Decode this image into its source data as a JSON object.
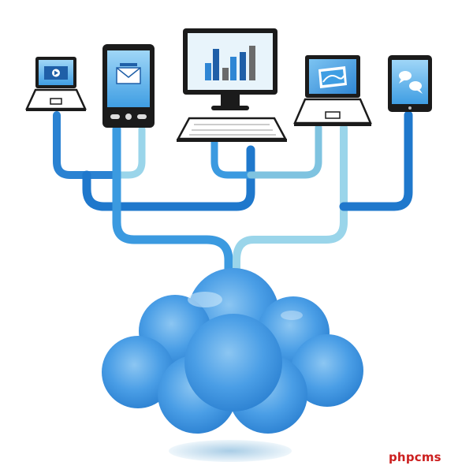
{
  "watermark": "phpcms",
  "colors": {
    "dark_blue": "#1f78cc",
    "mid_blue": "#3b9ae0",
    "light_blue": "#8fd3e6",
    "cloud_blue": "#4a9ee6",
    "device_frame": "#1b1b1b",
    "screen_blue": "#63b6ee",
    "watermark_red": "#cc1f1f"
  },
  "devices": [
    {
      "id": "laptop-small-left",
      "icon": "video-play-icon"
    },
    {
      "id": "smartphone-left",
      "icon": "envelope-icon"
    },
    {
      "id": "desktop-monitor",
      "icon": "bar-chart-icon"
    },
    {
      "id": "laptop-right",
      "icon": "photo-icon"
    },
    {
      "id": "tablet-right",
      "icon": "chat-bubbles-icon"
    }
  ],
  "hub": {
    "id": "cloud",
    "icon": "cloud-icon"
  }
}
